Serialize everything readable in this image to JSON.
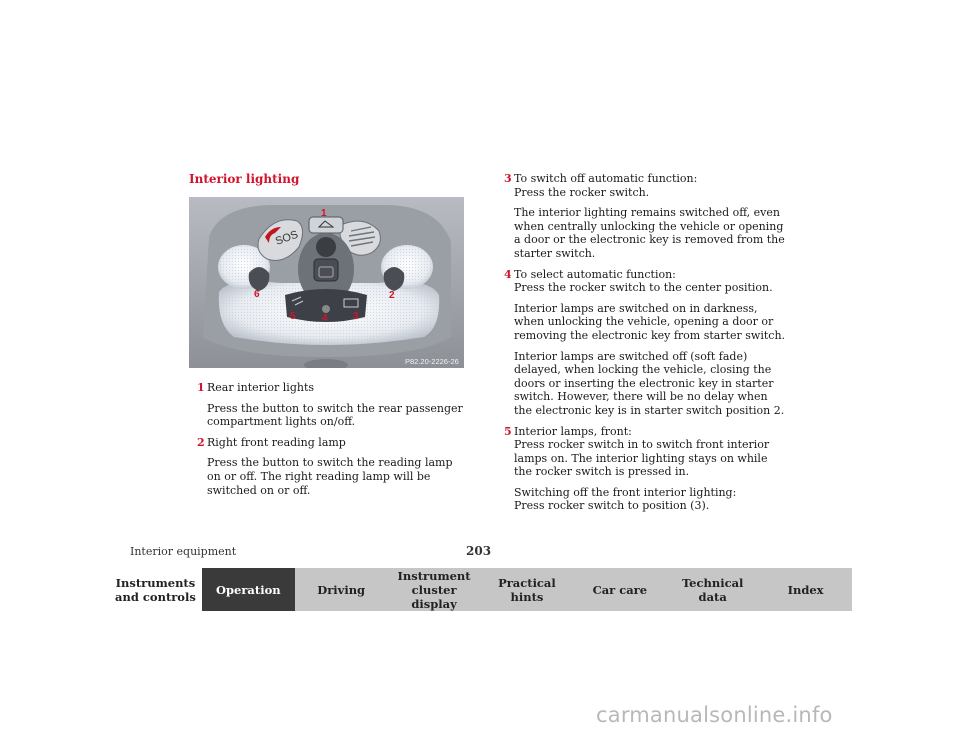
{
  "section_heading": "Interior lighting",
  "figure": {
    "code": "P82.20-2226-26",
    "sos_label": "SOS",
    "callouts": [
      "1",
      "2",
      "3",
      "4",
      "5",
      "6"
    ]
  },
  "left_items": [
    {
      "num": "1",
      "title": "Rear interior lights",
      "desc": "Press the button to switch the rear passenger compartment lights on/off."
    },
    {
      "num": "2",
      "title": "Right front reading lamp",
      "desc": "Press the button to switch the reading lamp on or off. The right reading lamp will be switched on or off."
    }
  ],
  "right_items": [
    {
      "num": "3",
      "title": "To switch off automatic function:",
      "line2": "Press the rocker switch.",
      "paras": [
        "The interior lighting remains switched off, even when centrally unlocking the vehicle or opening a door or the electronic key is removed from the starter switch."
      ]
    },
    {
      "num": "4",
      "title": "To select automatic function:",
      "line2": "Press the rocker switch to the center position.",
      "paras": [
        "Interior lamps are switched on in darkness, when unlocking the vehicle, opening a door or removing the electronic key from starter switch.",
        "Interior lamps are switched off (soft fade) delayed, when locking the vehicle, closing the doors or inserting the electronic key in starter switch. However, there will be no delay when the electronic key is in starter switch position 2."
      ]
    },
    {
      "num": "5",
      "title": "Interior lamps, front:",
      "line2": "Press rocker switch in to switch front interior lamps on. The interior lighting stays on while the rocker switch is pressed in.",
      "paras": [
        "Switching off the front interior lighting:\nPress rocker switch to position (3)."
      ]
    }
  ],
  "footer": {
    "section": "Interior equipment",
    "page": "203"
  },
  "nav_tabs": [
    {
      "label": "Instruments\nand controls",
      "state": "white"
    },
    {
      "label": "Operation",
      "state": "active"
    },
    {
      "label": "Driving",
      "state": "normal"
    },
    {
      "label": "Instrument\ncluster display",
      "state": "normal"
    },
    {
      "label": "Practical hints",
      "state": "normal"
    },
    {
      "label": "Car care",
      "state": "normal"
    },
    {
      "label": "Technical\ndata",
      "state": "normal"
    },
    {
      "label": "Index",
      "state": "normal"
    }
  ],
  "watermark": "carmanualsonline.info",
  "colors": {
    "accent": "#d2142b",
    "nav_bg": "#c6c6c6",
    "nav_active": "#3a3a3a"
  }
}
